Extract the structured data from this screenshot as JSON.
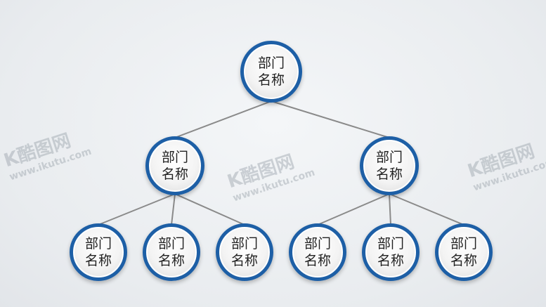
{
  "org_chart": {
    "node_label_line1": "部门",
    "node_label_line2": "名称",
    "nodes": [
      {
        "id": "root",
        "level": 0,
        "parent": null
      },
      {
        "id": "left",
        "level": 1,
        "parent": "root"
      },
      {
        "id": "right",
        "level": 1,
        "parent": "root"
      },
      {
        "id": "l1",
        "level": 2,
        "parent": "left"
      },
      {
        "id": "l2",
        "level": 2,
        "parent": "left"
      },
      {
        "id": "l3",
        "level": 2,
        "parent": "left"
      },
      {
        "id": "r1",
        "level": 2,
        "parent": "right"
      },
      {
        "id": "r2",
        "level": 2,
        "parent": "right"
      },
      {
        "id": "r3",
        "level": 2,
        "parent": "right"
      }
    ]
  },
  "watermark": {
    "logo_text": "K酷图网",
    "url_text": "www.ikutu.com"
  },
  "colors": {
    "node_border": "#1d5fa6",
    "connector": "#8a8a8a",
    "watermark": "#9aa3ab"
  }
}
